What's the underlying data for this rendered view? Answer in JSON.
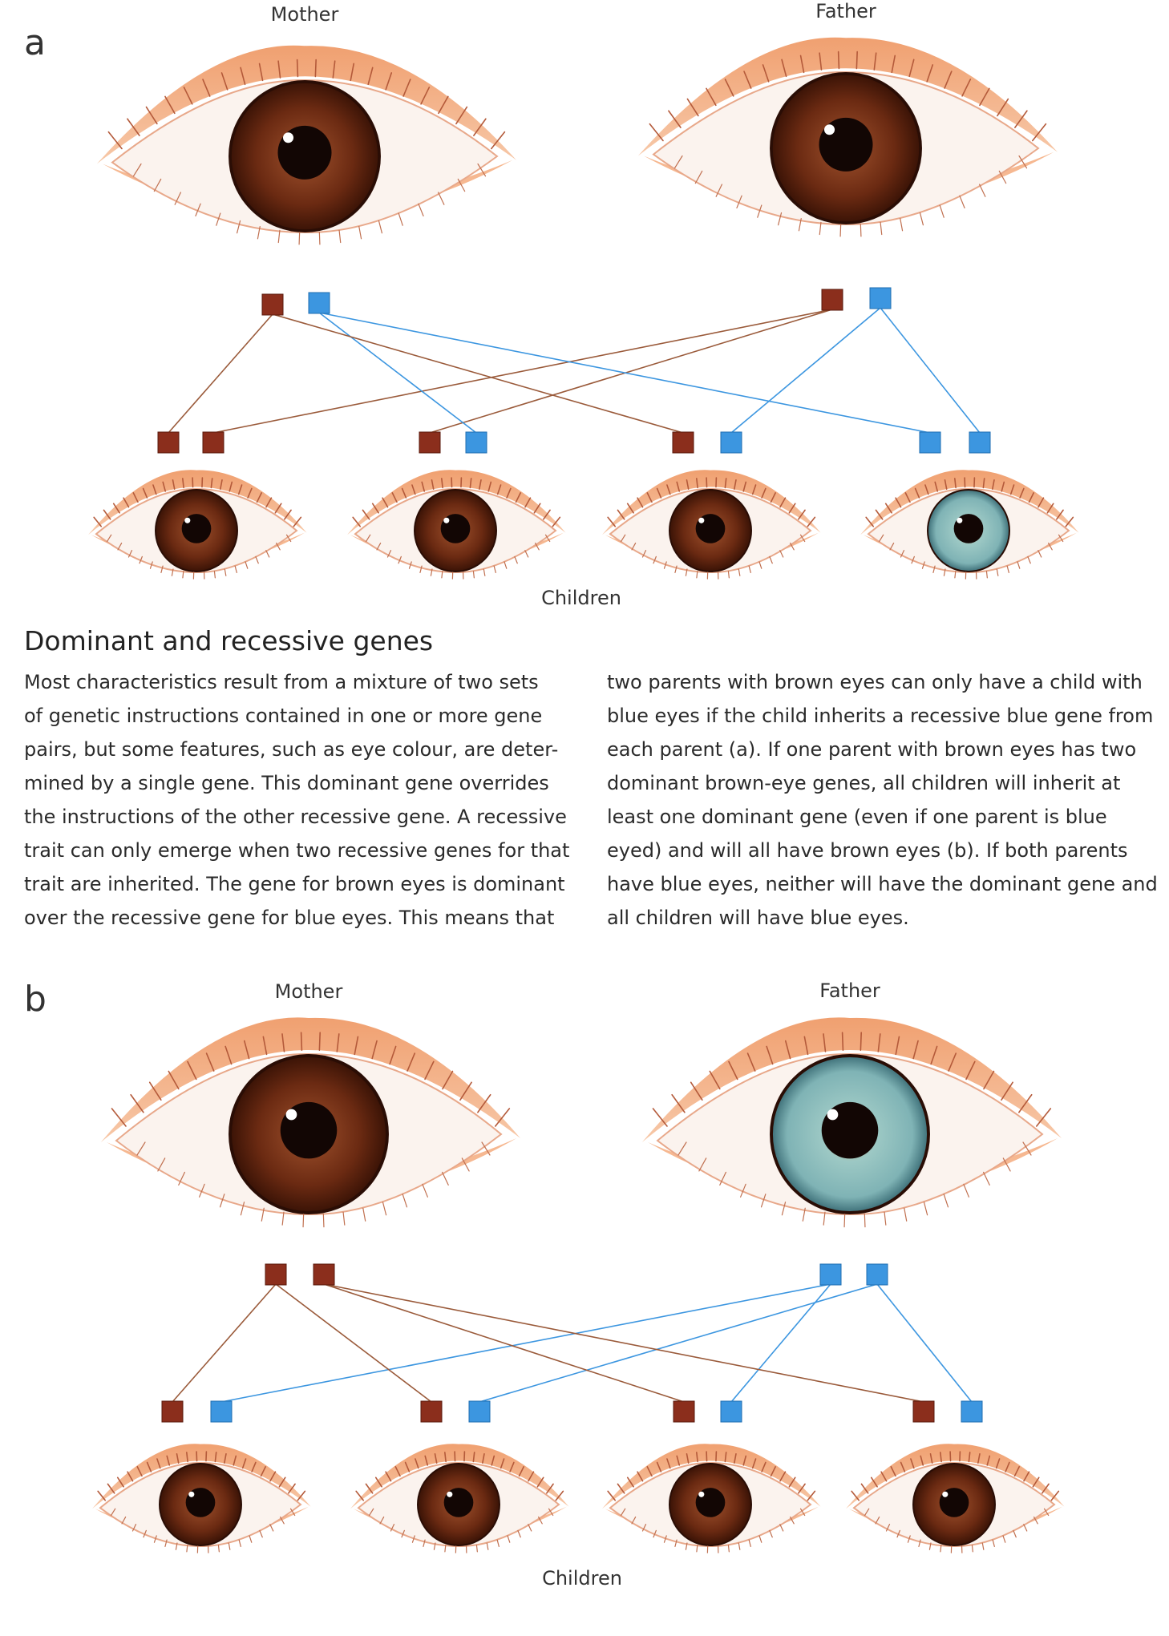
{
  "colors": {
    "brown_gene": "#8b2e1c",
    "blue_gene": "#3c96e0",
    "brown_eye": "#6b2a12",
    "blue_eye": "#7fb3b5",
    "brown_line": "#9a5a3a",
    "blue_line": "#3c96e0"
  },
  "panels": [
    {
      "letter": "a",
      "mother_label": "Mother",
      "father_label": "Father",
      "children_label": "Children",
      "mother": {
        "eye": "brown",
        "genes": [
          "brown",
          "blue"
        ]
      },
      "father": {
        "eye": "brown",
        "genes": [
          "brown",
          "blue"
        ]
      },
      "children": [
        {
          "eye": "brown",
          "genes": [
            "brown",
            "brown"
          ],
          "from": [
            [
              "mother",
              0
            ],
            [
              "father",
              0
            ]
          ]
        },
        {
          "eye": "brown",
          "genes": [
            "brown",
            "blue"
          ],
          "from": [
            [
              "father",
              0
            ],
            [
              "mother",
              1
            ]
          ]
        },
        {
          "eye": "brown",
          "genes": [
            "brown",
            "blue"
          ],
          "from": [
            [
              "mother",
              0
            ],
            [
              "father",
              1
            ]
          ]
        },
        {
          "eye": "blue",
          "genes": [
            "blue",
            "blue"
          ],
          "from": [
            [
              "mother",
              1
            ],
            [
              "father",
              1
            ]
          ]
        }
      ]
    },
    {
      "letter": "b",
      "mother_label": "Mother",
      "father_label": "Father",
      "children_label": "Children",
      "mother": {
        "eye": "brown",
        "genes": [
          "brown",
          "brown"
        ]
      },
      "father": {
        "eye": "blue",
        "genes": [
          "blue",
          "blue"
        ]
      },
      "children": [
        {
          "eye": "brown",
          "genes": [
            "brown",
            "blue"
          ],
          "from": [
            [
              "mother",
              0
            ],
            [
              "father",
              0
            ]
          ]
        },
        {
          "eye": "brown",
          "genes": [
            "brown",
            "blue"
          ],
          "from": [
            [
              "mother",
              0
            ],
            [
              "father",
              1
            ]
          ]
        },
        {
          "eye": "brown",
          "genes": [
            "brown",
            "blue"
          ],
          "from": [
            [
              "mother",
              1
            ],
            [
              "father",
              0
            ]
          ]
        },
        {
          "eye": "brown",
          "genes": [
            "brown",
            "blue"
          ],
          "from": [
            [
              "mother",
              1
            ],
            [
              "father",
              1
            ]
          ]
        }
      ]
    }
  ],
  "text": {
    "title": "Dominant and recessive genes",
    "left_lines": [
      "Most characteristics result from a mixture of two sets",
      "of genetic instructions contained in one or more gene",
      "pairs, but some features, such as eye colour, are deter-",
      "mined by a single gene. This dominant gene overrides",
      "the instructions of the other recessive gene. A recessive",
      "trait can only emerge when two recessive genes for that",
      "trait are inherited. The gene for brown eyes is dominant",
      "over the recessive gene for blue eyes. This means that"
    ],
    "right_lines": [
      "two parents with brown eyes can only have a child with",
      "blue eyes if the child inherits a recessive blue gene from",
      "each parent (a). If one parent with brown eyes has two",
      "dominant brown-eye genes, all children will inherit at",
      "least one dominant gene (even if one parent is blue",
      "eyed) and will all have brown eyes (b). If both parents",
      "have blue eyes, neither will have the dominant gene and",
      "all children will have blue eyes."
    ]
  }
}
